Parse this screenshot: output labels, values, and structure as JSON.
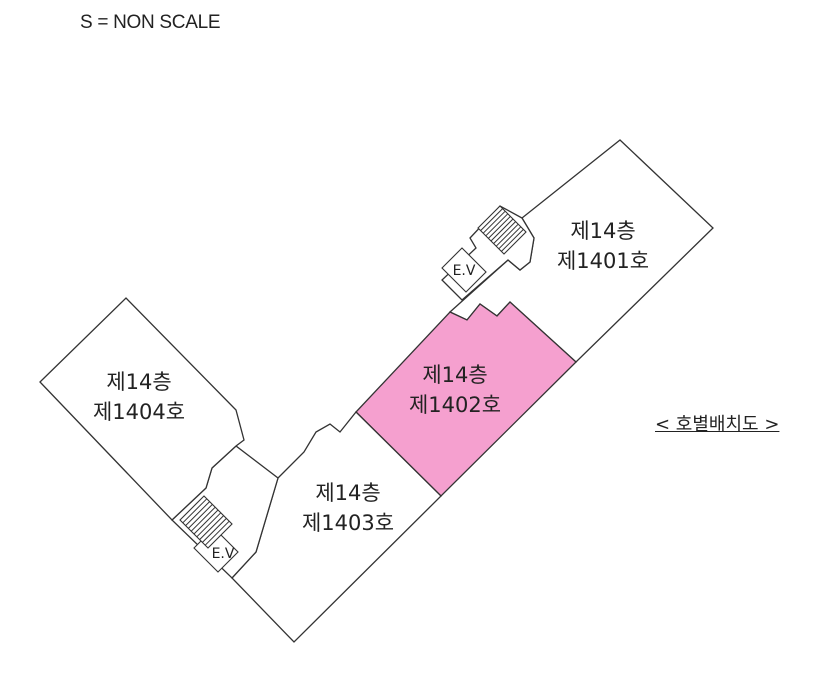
{
  "scale_note": "S = NON SCALE",
  "layout_link": "< 호별배치도 >",
  "highlight_color": "#f5a0cf",
  "units": [
    {
      "floor": "제14층",
      "unit": "제1401호",
      "highlighted": false
    },
    {
      "floor": "제14층",
      "unit": "제1402호",
      "highlighted": true
    },
    {
      "floor": "제14층",
      "unit": "제1403호",
      "highlighted": false
    },
    {
      "floor": "제14층",
      "unit": "제1404호",
      "highlighted": false
    }
  ],
  "elevators": [
    "E.V",
    "E.V"
  ],
  "icons": [
    "stair-icon",
    "stair-icon"
  ]
}
